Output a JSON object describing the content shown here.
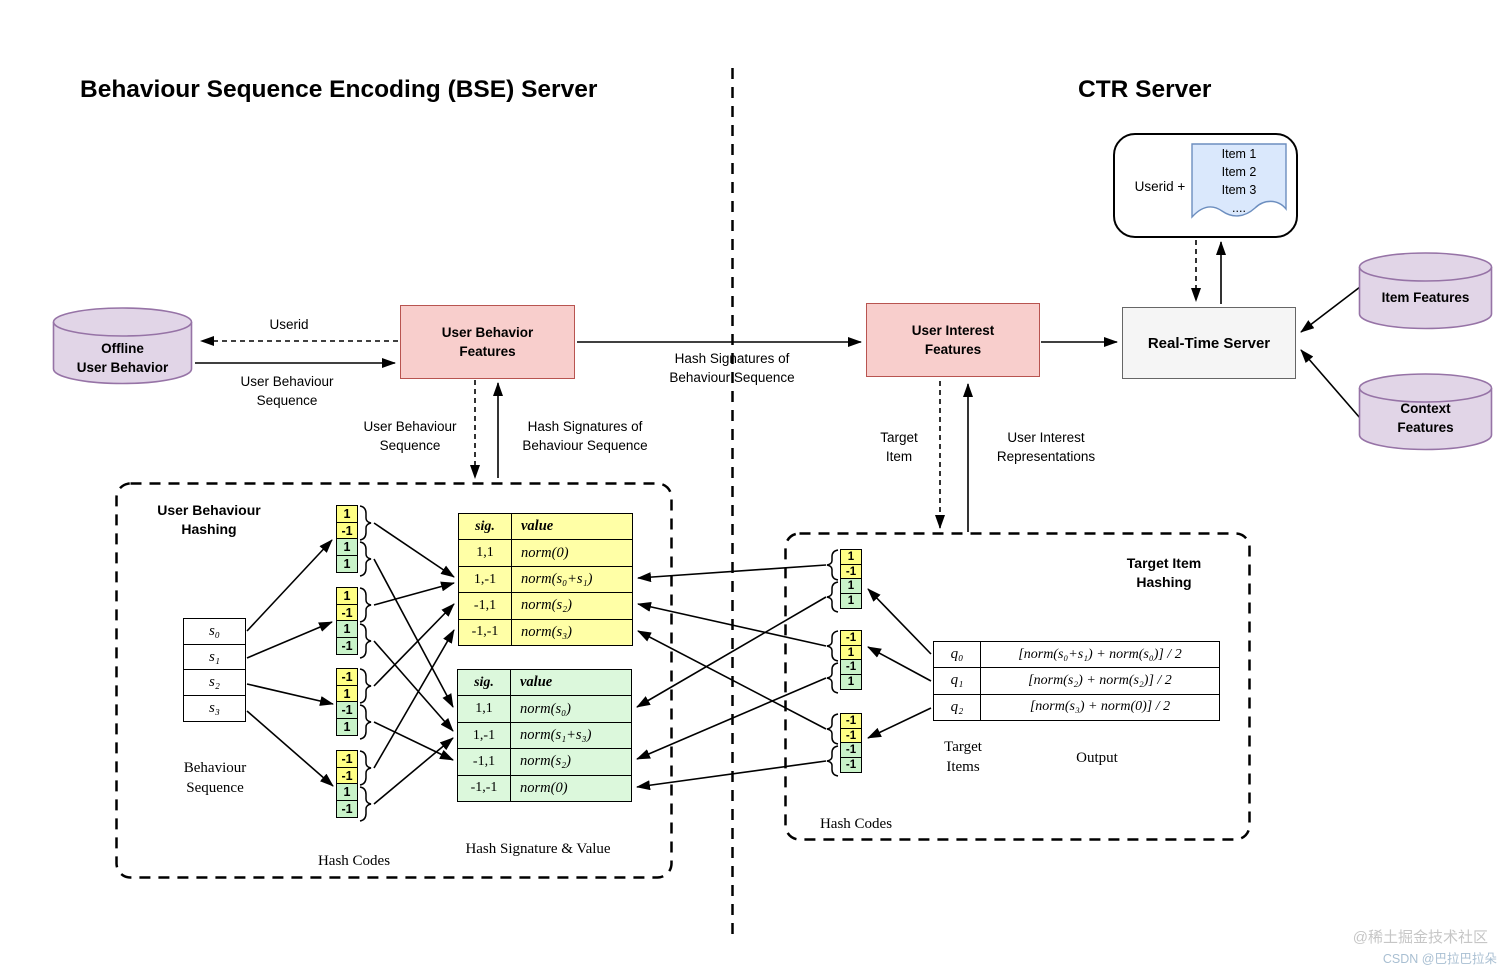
{
  "titles": {
    "bse": "Behaviour Sequence Encoding (BSE) Server",
    "ctr": "CTR Server"
  },
  "nodes": {
    "offline_db": {
      "line1": "Offline",
      "line2": "User Behavior"
    },
    "user_behavior_features": {
      "line1": "User Behavior",
      "line2": "Features"
    },
    "user_interest_features": {
      "line1": "User Interest",
      "line2": "Features"
    },
    "realtime_server": {
      "label": "Real-Time Server"
    },
    "userid_doc": {
      "label": "Userid +",
      "items": [
        "Item 1",
        "Item 2",
        "Item 3",
        "...."
      ]
    },
    "item_features_db": {
      "label": "Item Features"
    },
    "context_features_db": {
      "line1": "Context",
      "line2": "Features"
    }
  },
  "edges": {
    "userid": "Userid",
    "user_behaviour_sequence": {
      "line1": "User Behaviour",
      "line2": "Sequence"
    },
    "user_behaviour_sequence_down": {
      "line1": "User Behaviour",
      "line2": "Sequence"
    },
    "hash_signatures_up": {
      "line1": "Hash Signatures of",
      "line2": "Behaviour Sequence"
    },
    "hash_signatures_mid": {
      "line1": "Hash Signatures of",
      "line2": "Behaviour Sequence"
    },
    "target_item": {
      "line1": "Target",
      "line2": "Item"
    },
    "user_interest_repr": {
      "line1": "User Interest",
      "line2": "Representations"
    }
  },
  "bse_hash": {
    "title": {
      "line1": "User Behaviour",
      "line2": "Hashing"
    },
    "sequence_items": [
      "s₀",
      "s₁",
      "s₂",
      "s₃"
    ],
    "sequence_label": {
      "line1": "Behaviour",
      "line2": "Sequence"
    },
    "hash_codes_label": "Hash Codes",
    "sig_value_label": "Hash Signature & Value",
    "columns": [
      [
        "1",
        "-1",
        "1",
        "1"
      ],
      [
        "1",
        "-1",
        "1",
        "-1"
      ],
      [
        "-1",
        "1",
        "-1",
        "1"
      ],
      [
        "-1",
        "-1",
        "1",
        "-1"
      ]
    ],
    "yellow_table": {
      "sig_header": "sig.",
      "value_header": "value",
      "rows": [
        [
          "1,1",
          "norm(0)"
        ],
        [
          "1,-1",
          "norm(s₀+s₁)"
        ],
        [
          "-1,1",
          "norm(s₂)"
        ],
        [
          "-1,-1",
          "norm(s₃)"
        ]
      ]
    },
    "green_table": {
      "sig_header": "sig.",
      "value_header": "value",
      "rows": [
        [
          "1,1",
          "norm(s₀)"
        ],
        [
          "1,-1",
          "norm(s₁+s₃)"
        ],
        [
          "-1,1",
          "norm(s₂)"
        ],
        [
          "-1,-1",
          "norm(0)"
        ]
      ]
    }
  },
  "target_hash": {
    "title": {
      "line1": "Target Item",
      "line2": "Hashing"
    },
    "columns": [
      [
        "1",
        "-1",
        "1",
        "1"
      ],
      [
        "-1",
        "1",
        "-1",
        "1"
      ],
      [
        "-1",
        "-1",
        "-1",
        "-1"
      ]
    ],
    "q_table": {
      "rows": [
        [
          "q₀",
          "[norm(s₀+s₁) + norm(s₀)] / 2"
        ],
        [
          "q₁",
          "[norm(s₂) + norm(s₂)] / 2"
        ],
        [
          "q₂",
          "[norm(s₃) + norm(0)] / 2"
        ]
      ]
    },
    "target_items_label": {
      "line1": "Target",
      "line2": "Items"
    },
    "output_label": "Output",
    "hash_codes_label": "Hash Codes"
  },
  "watermark": {
    "line1": "@稀土掘金技术社区",
    "line2": "CSDN @巴拉巴拉朵"
  },
  "colors": {
    "purple_fill": "#e1d5e7",
    "purple_stroke": "#9673a6",
    "pink_fill": "#f8cecc",
    "pink_stroke": "#b85450",
    "gray_fill": "#f5f5f5",
    "gray_stroke": "#666666",
    "doc_fill": "#dae8fc",
    "doc_stroke": "#6c8ebf",
    "yellow_cell": "#ffff84",
    "yellow_table": "#ffffa6",
    "green_cell": "#c9f3c9",
    "green_table": "#dcf8dc",
    "wm1_color": "#c6c6c6",
    "wm2_color": "#a9bfd2"
  }
}
